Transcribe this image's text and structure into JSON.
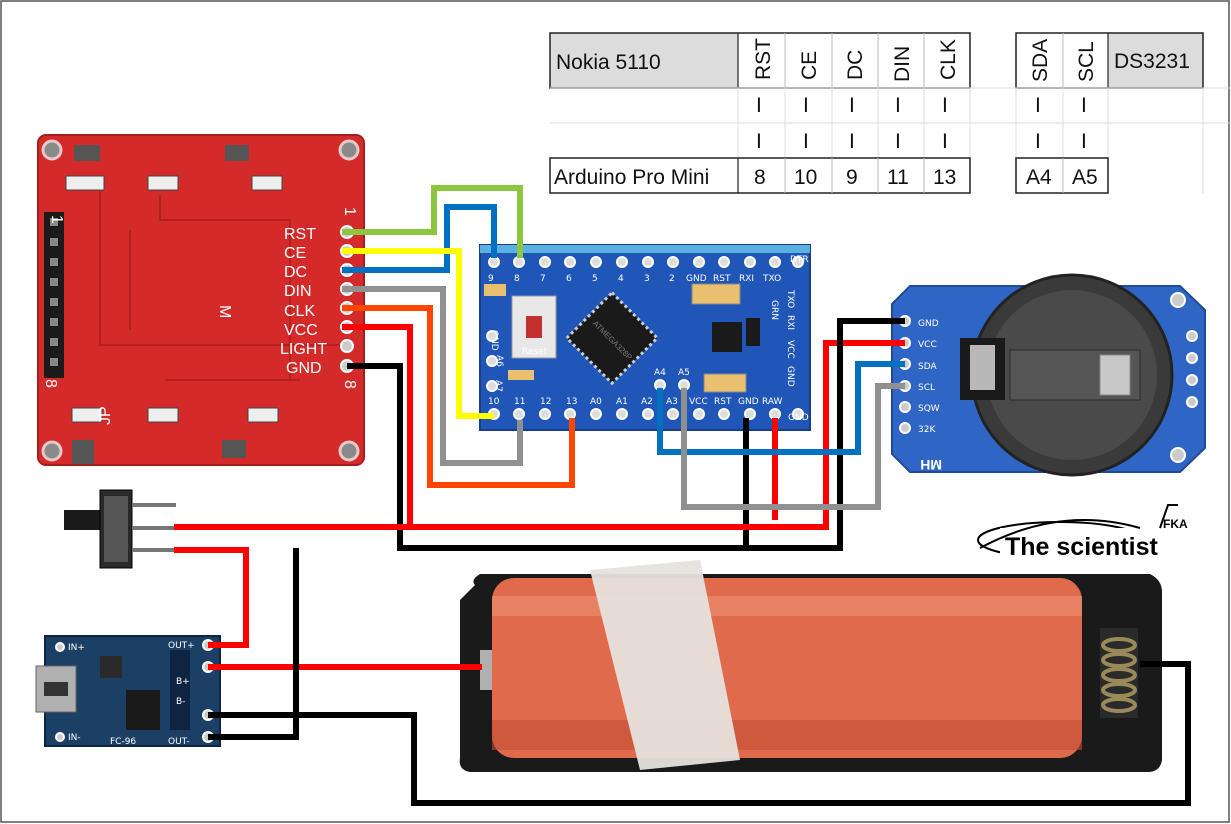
{
  "table": {
    "left_header": "Nokia 5110",
    "left_footer": "Arduino Pro Mini",
    "right_header": "DS3231",
    "columns": [
      {
        "top": "RST",
        "bottom": "8"
      },
      {
        "top": "CE",
        "bottom": "10"
      },
      {
        "top": "DC",
        "bottom": "9"
      },
      {
        "top": "DIN",
        "bottom": "11"
      },
      {
        "top": "CLK",
        "bottom": "13"
      },
      {
        "top": "SDA",
        "bottom": "A4"
      },
      {
        "top": "SCL",
        "bottom": "A5"
      }
    ],
    "link_mark": "I"
  },
  "lcd": {
    "pins": [
      "RST",
      "CE",
      "DC",
      "DIN",
      "CLK",
      "VCC",
      "LIGHT",
      "GND"
    ],
    "pin1": "1",
    "pin8": "8",
    "center_mark": "M",
    "jp_label": "JP"
  },
  "arduino": {
    "top_pins": [
      "9",
      "8",
      "7",
      "6",
      "5",
      "4",
      "3",
      "2",
      "GND",
      "RST",
      "RXI",
      "TXO"
    ],
    "bottom_pins": [
      "10",
      "11",
      "12",
      "13",
      "A0",
      "A1",
      "A2",
      "A3",
      "VCC",
      "RST",
      "GND",
      "RAW"
    ],
    "left_pins": [
      "GND",
      "A6",
      "A7"
    ],
    "inner_pins": [
      "A4",
      "A5"
    ],
    "right_pins": [
      "TXO",
      "RXI",
      "VCC",
      "GND"
    ],
    "dtr": "DTR",
    "grn": "GRN",
    "reset": "Reset",
    "chip_text": "ATMEGA328P"
  },
  "rtc": {
    "pins": [
      "GND",
      "VCC",
      "SDA",
      "SCL",
      "SQW",
      "32K"
    ],
    "brand": "MH"
  },
  "charger": {
    "labels": [
      "IN+",
      "IN-",
      "OUT+",
      "B+",
      "B-",
      "OUT-",
      "FC-96"
    ]
  },
  "logo": {
    "text": "The scientist",
    "mark": "FKA"
  },
  "colors": {
    "green": "#8dc63f",
    "yellow": "#ffff00",
    "blue": "#0070c0",
    "gray": "#909090",
    "red": "#ff0000",
    "orange": "#ff4500",
    "black": "#000000",
    "lcd_board": "#d42a2a",
    "arduino_board": "#1f56b8",
    "rtc_board": "#2f66c6",
    "charger_board": "#1c3f66",
    "battery": "#e06a4c"
  }
}
